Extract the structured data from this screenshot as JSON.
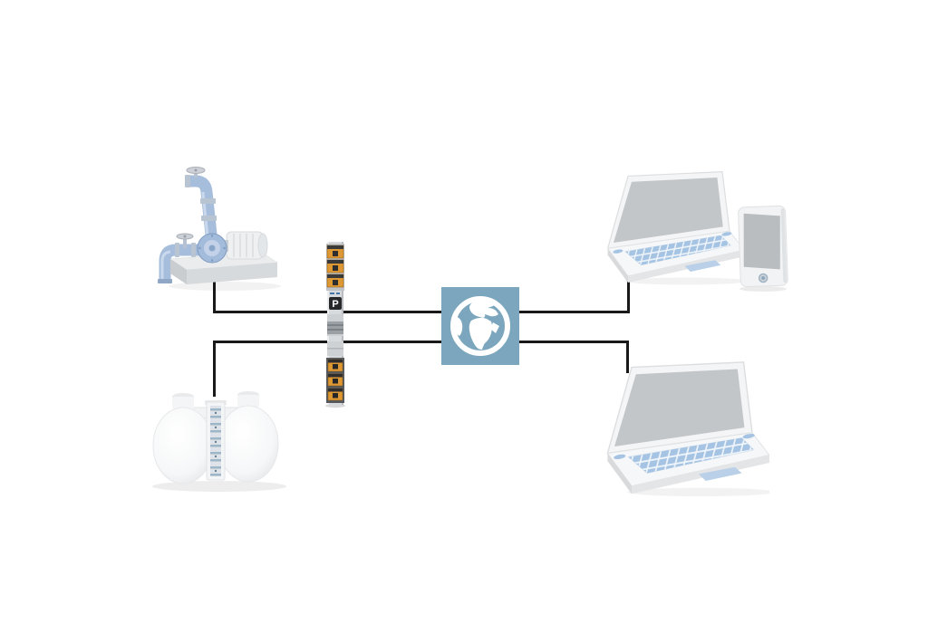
{
  "colors": {
    "background": "#ffffff",
    "line": "#191919",
    "globe_blue": "#7BA6BD",
    "pipe_blue": "#A6BEDB",
    "keyboard_blue": "#A5C3E3",
    "terminal_orange": "#DD9733",
    "screen_gray": "#C3C6C9",
    "device_body": "#F4F5F6"
  },
  "nodes": {
    "pump_station": {
      "icon": "pump-icon"
    },
    "storage_tanks": {
      "icon": "tanks-icon"
    },
    "terminal_strip": {
      "icon": "din-rail-terminal-icon",
      "logo_label": "P"
    },
    "internet_globe": {
      "icon": "globe-icon"
    },
    "laptop_top": {
      "icon": "laptop-icon"
    },
    "tablet": {
      "icon": "tablet-icon"
    },
    "laptop_bottom": {
      "icon": "laptop-icon"
    }
  },
  "connections": [
    {
      "from": "pump_station",
      "to": "internet_globe",
      "via": "terminal_strip"
    },
    {
      "from": "storage_tanks",
      "to": "internet_globe",
      "via": "terminal_strip"
    },
    {
      "from": "internet_globe",
      "to": "laptop_top"
    },
    {
      "from": "internet_globe",
      "to": "laptop_bottom"
    }
  ]
}
